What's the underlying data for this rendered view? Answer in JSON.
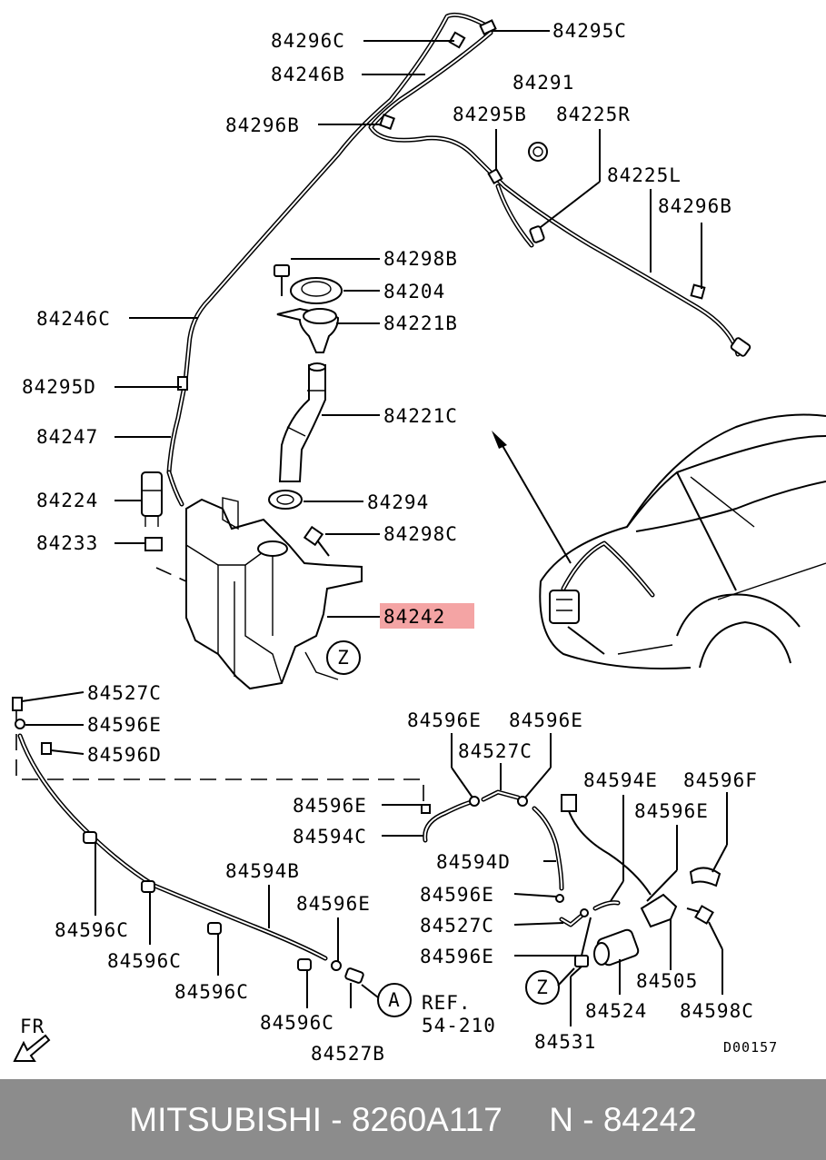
{
  "colors": {
    "highlight": "#f4a4a4",
    "footer_bg": "#8c8c8c",
    "footer_text": "#ffffff"
  },
  "labels": {
    "l84296C": "84296C",
    "l84295C_top": "84295C",
    "l84246B": "84246B",
    "l84291": "84291",
    "l84295B": "84295B",
    "l84225R": "84225R",
    "l84296B_a": "84296B",
    "l84225L": "84225L",
    "l84296B_b": "84296B",
    "l84298B": "84298B",
    "l84204": "84204",
    "l84246C": "84246C",
    "l84221B": "84221B",
    "l84295D": "84295D",
    "l84221C": "84221C",
    "l84247": "84247",
    "l84224": "84224",
    "l84294": "84294",
    "l84233": "84233",
    "l84298C": "84298C",
    "l84242": "84242",
    "l84527C_a": "84527C",
    "l84596E_a": "84596E",
    "l84596D": "84596D",
    "l84596E_b": "84596E",
    "l84596E_c": "84596E",
    "l84527C_b": "84527C",
    "l84594E": "84594E",
    "l84596F": "84596F",
    "l84596E_d": "84596E",
    "l84594C": "84594C",
    "l84596E_e": "84596E",
    "l84594D": "84594D",
    "l84596E_f": "84596E",
    "l84594B": "84594B",
    "l84596E_g": "84596E",
    "l84527C_c": "84527C",
    "l84596C_a": "84596C",
    "l84596E_h": "84596E",
    "l84596C_b": "84596C",
    "l84505": "84505",
    "l84596C_c": "84596C",
    "l84524": "84524",
    "l84598C": "84598C",
    "l84596C_d": "84596C",
    "l84527B": "84527B",
    "l84531": "84531",
    "ref_line1": "REF.",
    "ref_line2": "54-210",
    "callout_z_a": "Z",
    "callout_z_b": "Z",
    "callout_a": "A",
    "front_label": "FR",
    "diagram_code": "D00157"
  },
  "footer": {
    "caption": "MITSUBISHI - 8260A117     N - 84242"
  }
}
